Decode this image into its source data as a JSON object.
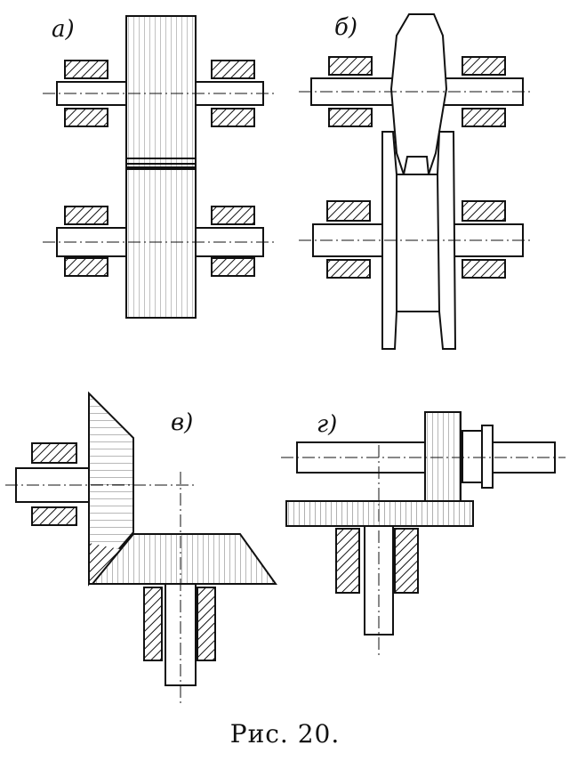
{
  "labels": {
    "a": "а)",
    "b": "б)",
    "v": "в)",
    "g": "г)"
  },
  "caption": "Рис. 20.",
  "colors": {
    "ink": "#111111",
    "paper": "#ffffff"
  }
}
